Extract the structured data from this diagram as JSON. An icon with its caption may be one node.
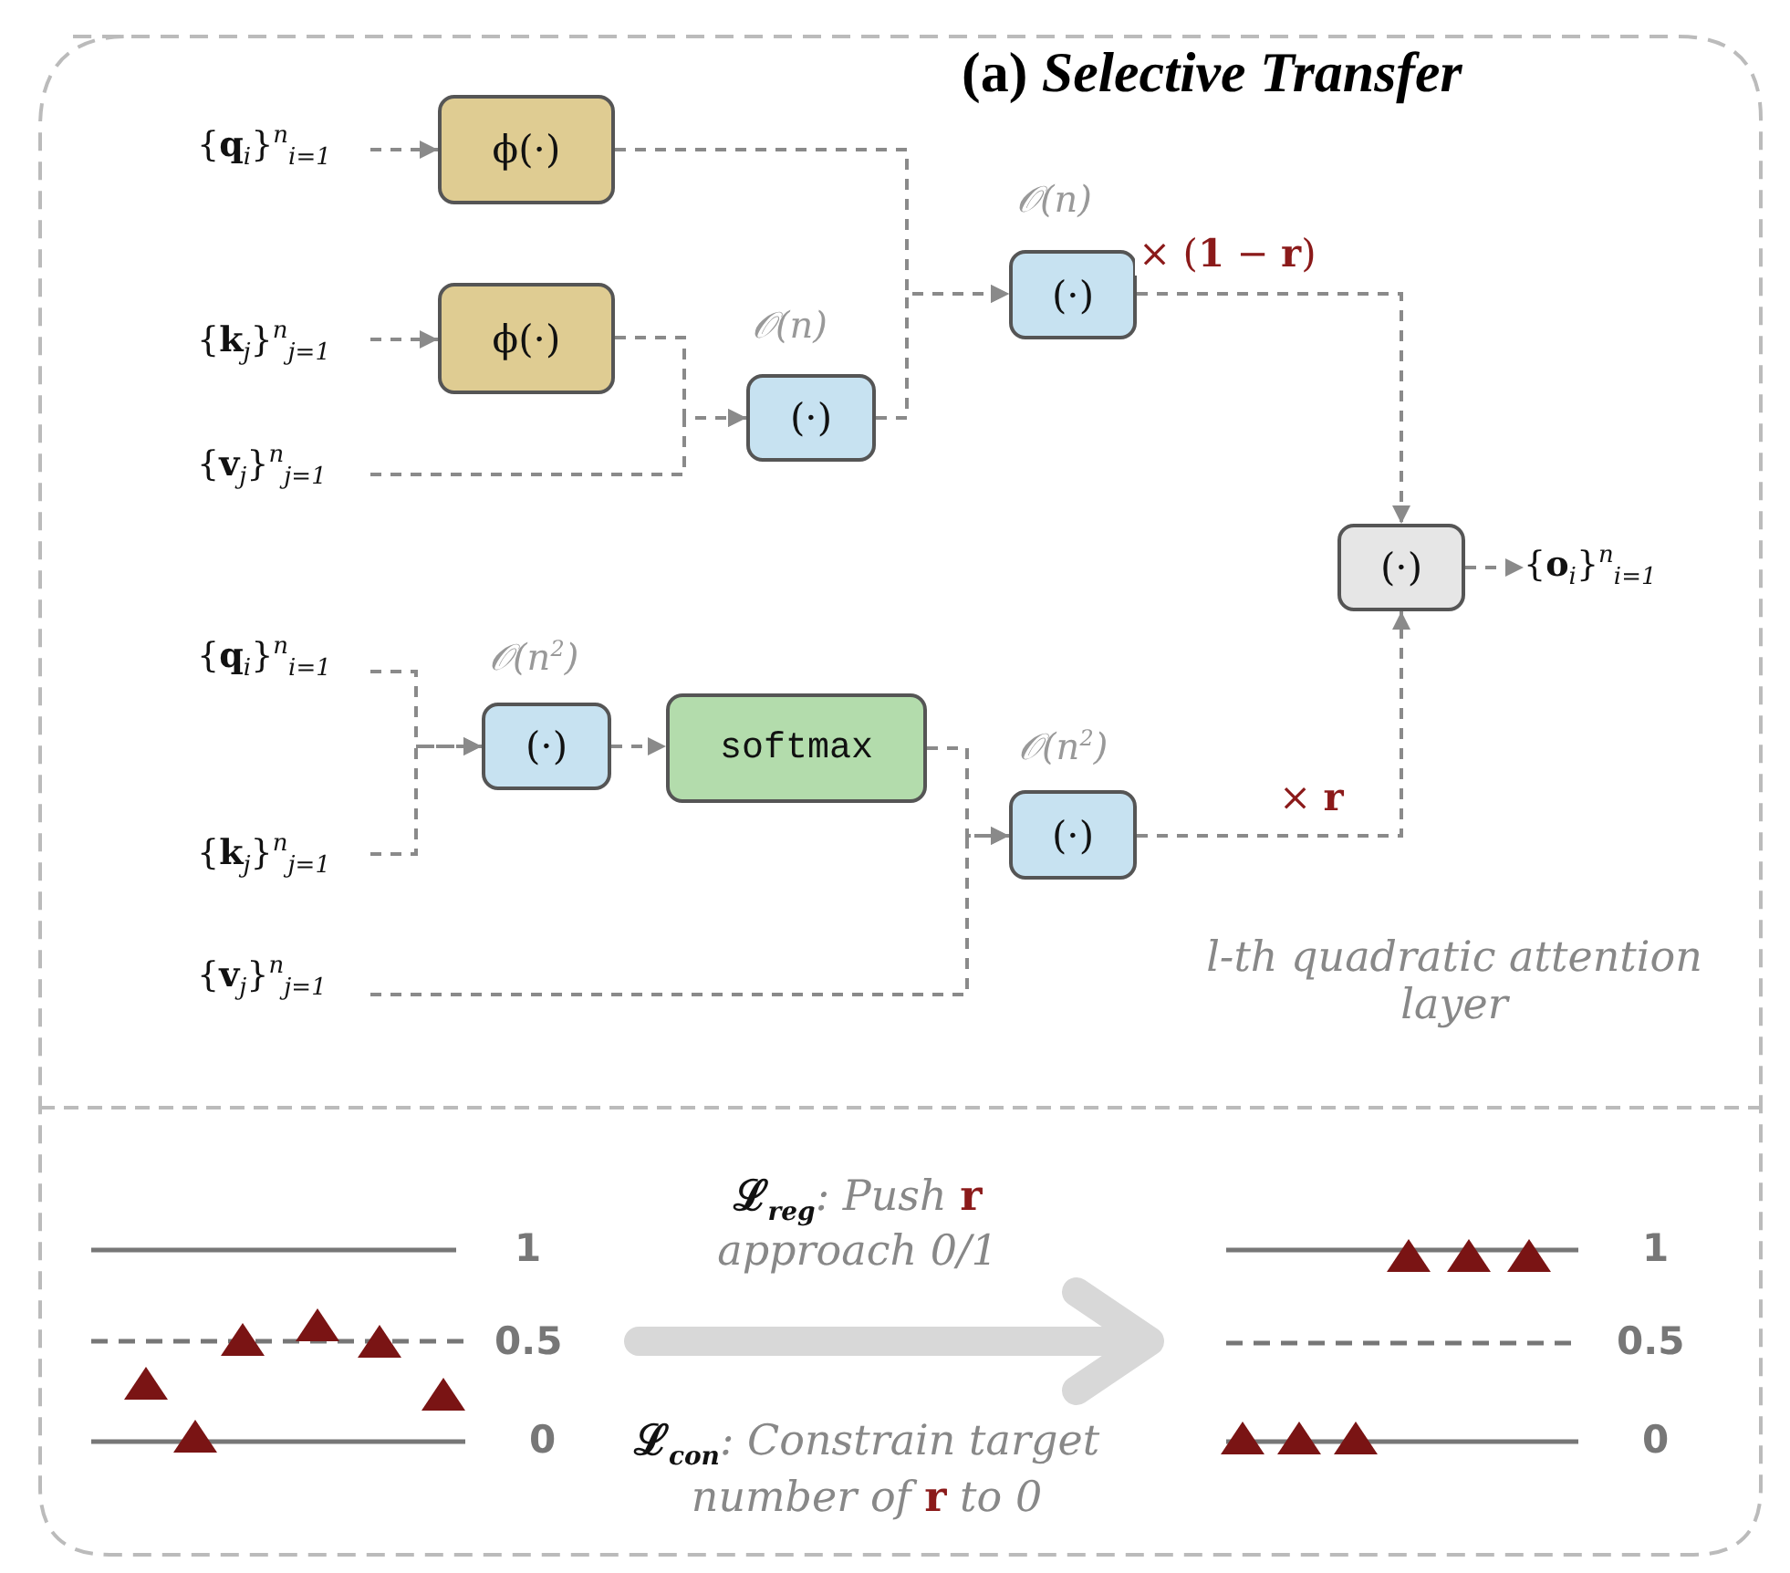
{
  "diagram": {
    "title": "(a) *Selective Transfer*",
    "nodes": [
      {
        "text": [
          "{**q**$_{i}$}$^{n}$$_{i=1}$"
        ]
      },
      {
        "text": [
          "ϕ(·)"
        ]
      },
      {
        "text": [
          "{**k**$_{j}$}$^{n}$$_{j=1}$"
        ]
      },
      {
        "text": [
          "ϕ(·)"
        ]
      },
      {
        "text": [
          "{**v**$_{j}$}$^{n}$$_{j=1}$"
        ]
      },
      {
        "text": [
          "(·)"
        ],
        "beside": [
          "𝒪(n)"
        ]
      },
      {
        "text": [
          "(·)"
        ],
        "beside": [
          "𝒪(n)"
        ]
      },
      {
        "text": [
          "(·)"
        ]
      },
      {
        "text": [
          "{**o**$_{i}$}$^{n}$$_{i=1}$"
        ]
      },
      {
        "text": [
          "{**q**$_{i}$}$^{n}$$_{i=1}$"
        ]
      },
      {
        "text": [
          "{**k**$_{j}$}$^{n}$$_{j=1}$"
        ]
      },
      {
        "text": [
          "(·)"
        ],
        "beside": [
          "𝒪(n$^{2}$)"
        ]
      },
      {
        "text": [
          "softmax"
        ]
      },
      {
        "text": [
          "{**v**$_{j}$}$^{n}$$_{j=1}$"
        ]
      },
      {
        "text": [
          "(·)"
        ],
        "beside": [
          "𝒪(n$^{2}$)"
        ]
      }
    ],
    "edges": [
      {
        "from": 0,
        "to": 1,
        "arrow": "to",
        "style": "dashed"
      },
      {
        "from": 2,
        "to": 3,
        "arrow": "to",
        "style": "dashed"
      },
      {
        "from": 3,
        "to": 5,
        "arrow": "to",
        "style": "dashed"
      },
      {
        "from": 4,
        "to": 5,
        "arrow": "to",
        "style": "dashed"
      },
      {
        "from": 1,
        "to": 6,
        "arrow": "to",
        "style": "dashed"
      },
      {
        "from": 5,
        "to": 6,
        "arrow": "to",
        "style": "dashed"
      },
      {
        "from": 6,
        "to": 7,
        "arrow": "to",
        "style": "dashed",
        "label": "× (**1** − **r**)"
      },
      {
        "from": 7,
        "to": 8,
        "arrow": "to",
        "style": "dashed"
      },
      {
        "from": 9,
        "to": 11,
        "arrow": "to",
        "style": "dashed"
      },
      {
        "from": 10,
        "to": 11,
        "arrow": "to",
        "style": "dashed"
      },
      {
        "from": 11,
        "to": 12,
        "arrow": "to",
        "style": "dashed"
      },
      {
        "from": 12,
        "to": 14,
        "arrow": "to",
        "style": "dashed"
      },
      {
        "from": 13,
        "to": 14,
        "arrow": "to",
        "style": "dashed"
      },
      {
        "from": 14,
        "to": 7,
        "arrow": "to",
        "style": "dashed",
        "label": "× **r**"
      }
    ],
    "labels": [
      "l-th quadratic attention layer",
      "1",
      "0.5",
      "0",
      "**ℒ**$_{reg}$: Push **r** approach 0/1",
      "1",
      "0.5",
      "0",
      "**ℒ**$_{con}$: Constrain target number of **r** to 0"
    ]
  }
}
